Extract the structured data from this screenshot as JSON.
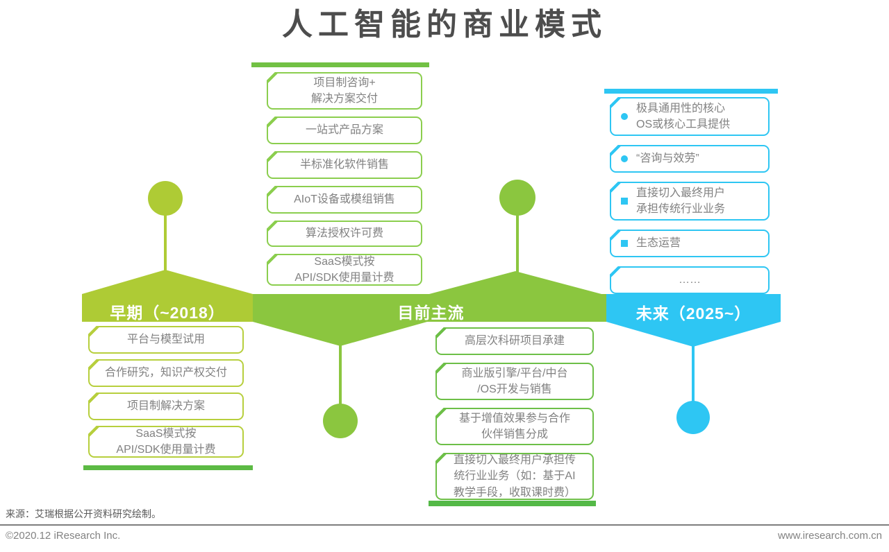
{
  "title": "人工智能的商业模式",
  "bands": {
    "early": {
      "label": "早期（~2018）",
      "color": "#aecb35"
    },
    "current": {
      "label": "目前主流",
      "color": "#8bc63f"
    },
    "future": {
      "label": "未来（2025~）",
      "color": "#2ec6f3"
    }
  },
  "columns": {
    "mid_top": {
      "items": [
        {
          "label": "项目制咨询+\n解决方案交付"
        },
        {
          "label": "一站式产品方案"
        },
        {
          "label": "半标准化软件销售"
        },
        {
          "label": "AIoT设备或模组销售"
        },
        {
          "label": "算法授权许可费"
        },
        {
          "label": "SaaS模式按\nAPI/SDK使用量计费"
        }
      ]
    },
    "future": {
      "items": [
        {
          "bullet": "circle",
          "label": "极具通用性的核心\nOS或核心工具提供"
        },
        {
          "bullet": "circle",
          "label": "“咨询与效劳”"
        },
        {
          "bullet": "square",
          "label": "直接切入最终用户\n承担传统行业业务"
        },
        {
          "bullet": "square",
          "label": "生态运营"
        },
        {
          "bullet": "none",
          "label": "……"
        }
      ]
    },
    "early": {
      "items": [
        {
          "label": "平台与模型试用"
        },
        {
          "label": "合作研究，知识产权交付"
        },
        {
          "label": "项目制解决方案"
        },
        {
          "label": "SaaS模式按\nAPI/SDK使用量计费"
        }
      ]
    },
    "mid_bottom": {
      "items": [
        {
          "label": "高层次科研项目承建"
        },
        {
          "label": "商业版引擎/平台/中台\n/OS开发与销售"
        },
        {
          "label": "基于增值效果参与合作\n伙伴销售分成"
        },
        {
          "label": "直接切入最终用户承担传\n统行业业务（如：基于AI\n教学手段，收取课时费）"
        }
      ]
    }
  },
  "footer": {
    "source": "来源：艾瑞根据公开资料研究绘制。",
    "copyright": "©2020.12 iResearch Inc.",
    "website": "www.iresearch.com.cn"
  },
  "colors": {
    "early_green": "#aecb35",
    "current_green": "#8bc63f",
    "future_blue": "#2ec6f3",
    "box_border_light_green": "#8bce4e",
    "box_border_dark_green": "#6dbf47",
    "box_border_yellow_green": "#b7cf3d",
    "box_border_blue": "#2ec6f3",
    "box_text_gray": "#818181",
    "title_gray": "#4d4d4d"
  }
}
